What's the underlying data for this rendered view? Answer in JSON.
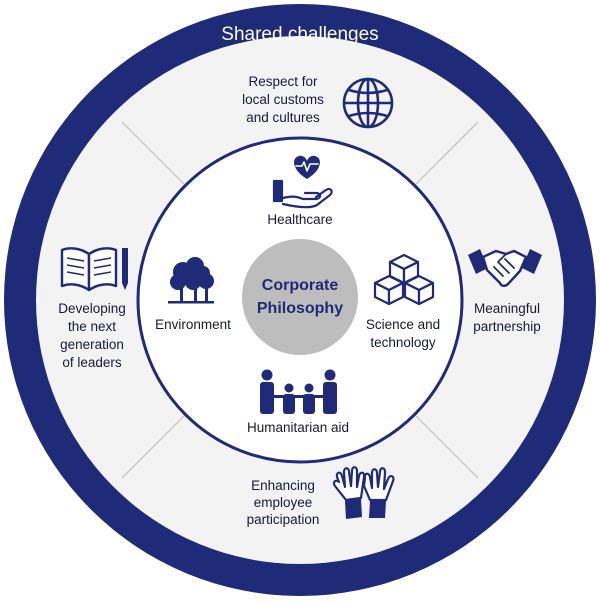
{
  "colors": {
    "navy": "#1f2a78",
    "inner_fill": "#f3f3f3",
    "divider": "#c8c8c8",
    "center": "#bdbdbd",
    "white": "#ffffff",
    "text": "#141b3c"
  },
  "diagram": {
    "ring_title": "Shared challenges",
    "center": {
      "line1": "Corporate",
      "line2": "Philosophy"
    },
    "inner_items": {
      "healthcare": {
        "label": "Healthcare",
        "icon": "heart-hand-icon"
      },
      "environment": {
        "label": "Environment",
        "icon": "trees-icon"
      },
      "science": {
        "line1": "Science and",
        "line2": "technology",
        "icon": "cubes-icon"
      },
      "humanitarian": {
        "label": "Humanitarian aid",
        "icon": "people-holding-hands-icon"
      }
    },
    "outer_items": {
      "respect": {
        "line1": "Respect for",
        "line2": "local customs",
        "line3": "and cultures",
        "icon": "globe-icon"
      },
      "developing": {
        "line1": "Developing",
        "line2": "the next",
        "line3": "generation",
        "line4": "of leaders",
        "icon": "book-pencil-icon"
      },
      "partnership": {
        "line1": "Meaningful",
        "line2": "partnership",
        "icon": "handshake-icon"
      },
      "participation": {
        "line1": "Enhancing",
        "line2": "employee",
        "line3": "participation",
        "icon": "raised-hands-icon"
      }
    }
  }
}
